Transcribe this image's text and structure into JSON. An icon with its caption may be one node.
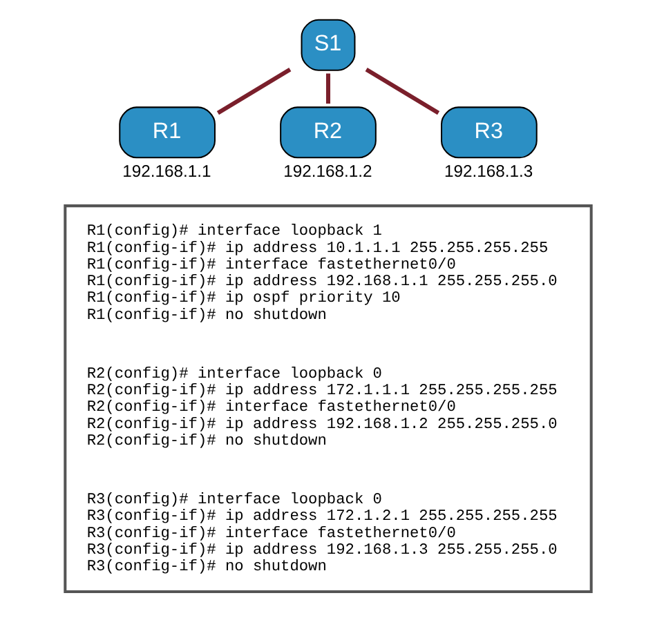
{
  "diagram": {
    "nodes": [
      {
        "text": [
          "S1"
        ]
      },
      {
        "text": [
          "R1"
        ],
        "beside": [
          "192.168.1.1"
        ]
      },
      {
        "text": [
          "R2"
        ],
        "beside": [
          "192.168.1.2"
        ]
      },
      {
        "text": [
          "R3"
        ],
        "beside": [
          "192.168.1.3"
        ]
      },
      {
        "text": [],
        "shape": "box"
      },
      {
        "text": [
          "R1(config)# interface loopback 1",
          "R1(config-if)# ip address 10.1.1.1 255.255.255.255",
          "R1(config-if)# interface fastethernet0/0",
          "R1(config-if)# ip address 192.168.1.1 255.255.255.0",
          "R1(config-if)# ip ospf priority 10",
          "R1(config-if)# no shutdown"
        ],
        "in": 4
      },
      {
        "text": [
          "R2(config)# interface loopback 0",
          "R2(config-if)# ip address 172.1.1.1 255.255.255.255",
          "R2(config-if)# interface fastethernet0/0",
          "R2(config-if)# ip address 192.168.1.2 255.255.255.0",
          "R2(config-if)# no shutdown"
        ],
        "in": 4
      },
      {
        "text": [
          "R3(config)# interface loopback 0",
          "R3(config-if)# ip address 172.1.2.1 255.255.255.255",
          "R3(config-if)# interface fastethernet0/0",
          "R3(config-if)# ip address 192.168.1.3 255.255.255.0",
          "R3(config-if)# no shutdown"
        ],
        "in": 4
      }
    ],
    "edges": [
      {
        "from": 1,
        "to": 0,
        "arrow": "none"
      },
      {
        "from": 2,
        "to": 0,
        "arrow": "none"
      },
      {
        "from": 3,
        "to": 0,
        "arrow": "none"
      }
    ]
  }
}
